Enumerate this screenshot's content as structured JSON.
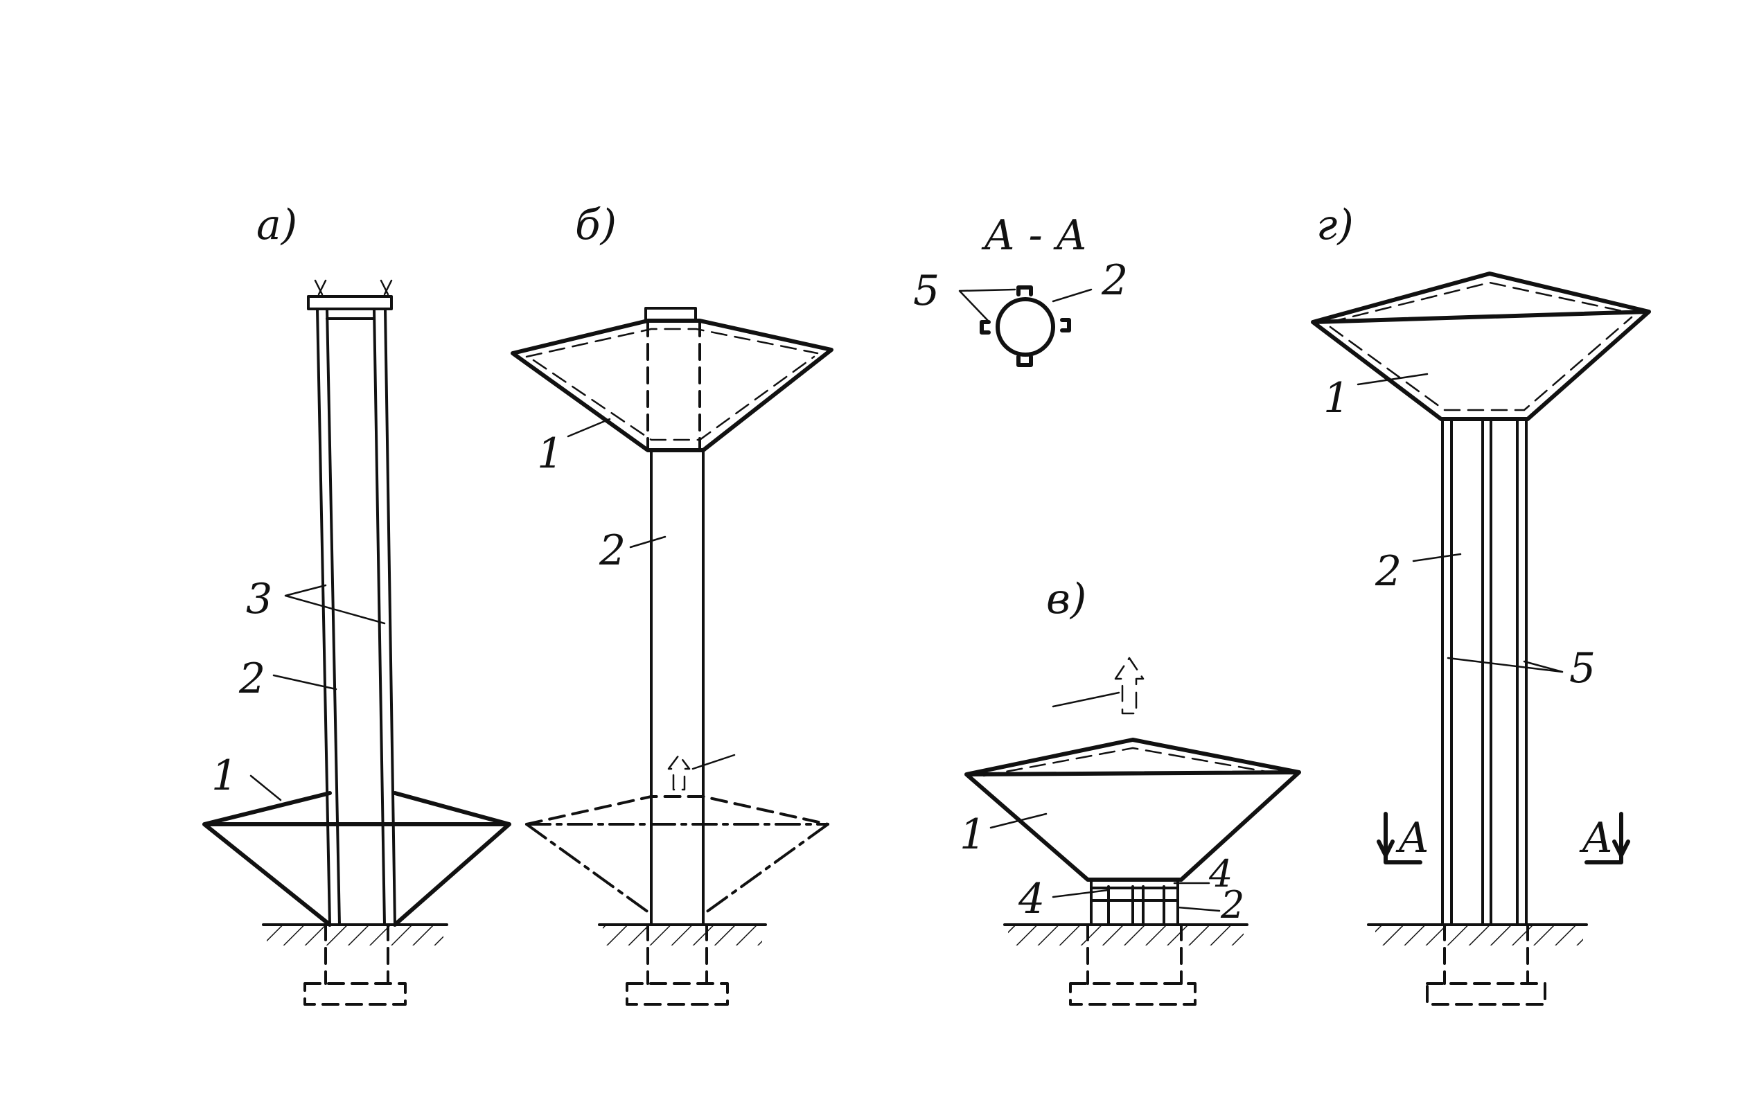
{
  "panels": {
    "a": {
      "title": "а)",
      "labels": [
        "3",
        "2",
        "1"
      ]
    },
    "b": {
      "title": "б)",
      "labels": [
        "1",
        "2"
      ]
    },
    "v": {
      "title": "в)",
      "labels": [
        "1",
        "4",
        "4",
        "2"
      ]
    },
    "g": {
      "title": "г)",
      "labels": [
        "1",
        "2",
        "5"
      ],
      "section_marks": [
        "А",
        "А"
      ]
    }
  },
  "section": {
    "title": "А - А",
    "labels": [
      "5",
      "2"
    ]
  }
}
